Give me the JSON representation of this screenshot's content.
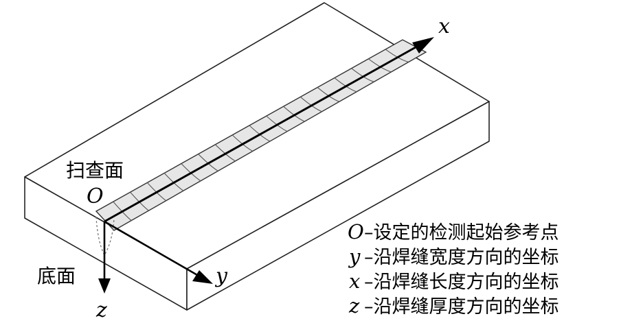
{
  "labels": {
    "scan_surface": "扫查面",
    "bottom_surface": "底面",
    "origin": "O",
    "axis_x": "x",
    "axis_y": "y",
    "axis_z": "z"
  },
  "legend": [
    {
      "symbol": "O",
      "text": "–设定的检测起始参考点"
    },
    {
      "symbol": "y",
      "text": "–沿焊缝宽度方向的坐标"
    },
    {
      "symbol": "x",
      "text": "–沿焊缝长度方向的坐标"
    },
    {
      "symbol": "z",
      "text": "–沿焊缝厚度方向的坐标"
    }
  ]
}
